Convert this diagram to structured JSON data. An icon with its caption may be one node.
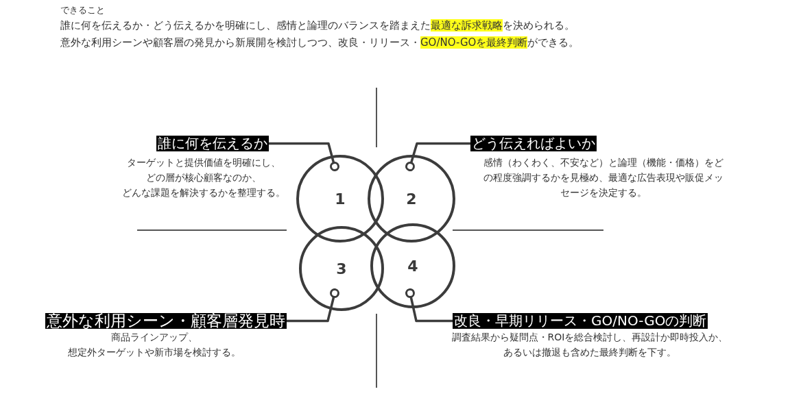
{
  "diagram": {
    "title": "できること",
    "nodes": [
      {
        "text": [
          "1"
        ]
      },
      {
        "text": [
          "2"
        ]
      },
      {
        "text": [
          "3"
        ]
      },
      {
        "text": [
          "4"
        ]
      },
      {
        "text": [
          "誰に何を伝えるか",
          "ターゲットと提供価値を明確にし、どの層が核心顧客なのか、どんな課題を解決するかを整理する。"
        ]
      },
      {
        "text": [
          "どう伝えればよいか",
          "感情（わくわく、不安など）と論理（機能・価格）をどの程度強調するかを見極め、最適な広告表現や販促メッセージを決定する。"
        ]
      },
      {
        "text": [
          "意外な利用シーン・顧客層発見時",
          "商品ラインアップ、想定外ターゲットや新市場を検討する。"
        ]
      },
      {
        "text": [
          "改良・早期リリース・GO/NO-GOの判断",
          "調査結果から疑問点・ROIを総合検討し、再設計か即時投入か、あるいは撤退も含めた最終判断を下す。"
        ]
      }
    ],
    "edges": [
      {
        "from": 4,
        "to": 0,
        "arrow": "other"
      },
      {
        "from": 5,
        "to": 1,
        "arrow": "other"
      },
      {
        "from": 6,
        "to": 2,
        "arrow": "other"
      },
      {
        "from": 7,
        "to": 3,
        "arrow": "other"
      }
    ],
    "labels": [
      "誰に何を伝えるか・どう伝えるかを明確にし、感情と論理のバランスを踏まえた**最適な訴求戦略**を決められる。",
      "意外な利用シーンや顧客層の発見から新展開を検討しつつ、改良・リリース・**GO/NO-GOを最終判断**ができる。"
    ]
  }
}
